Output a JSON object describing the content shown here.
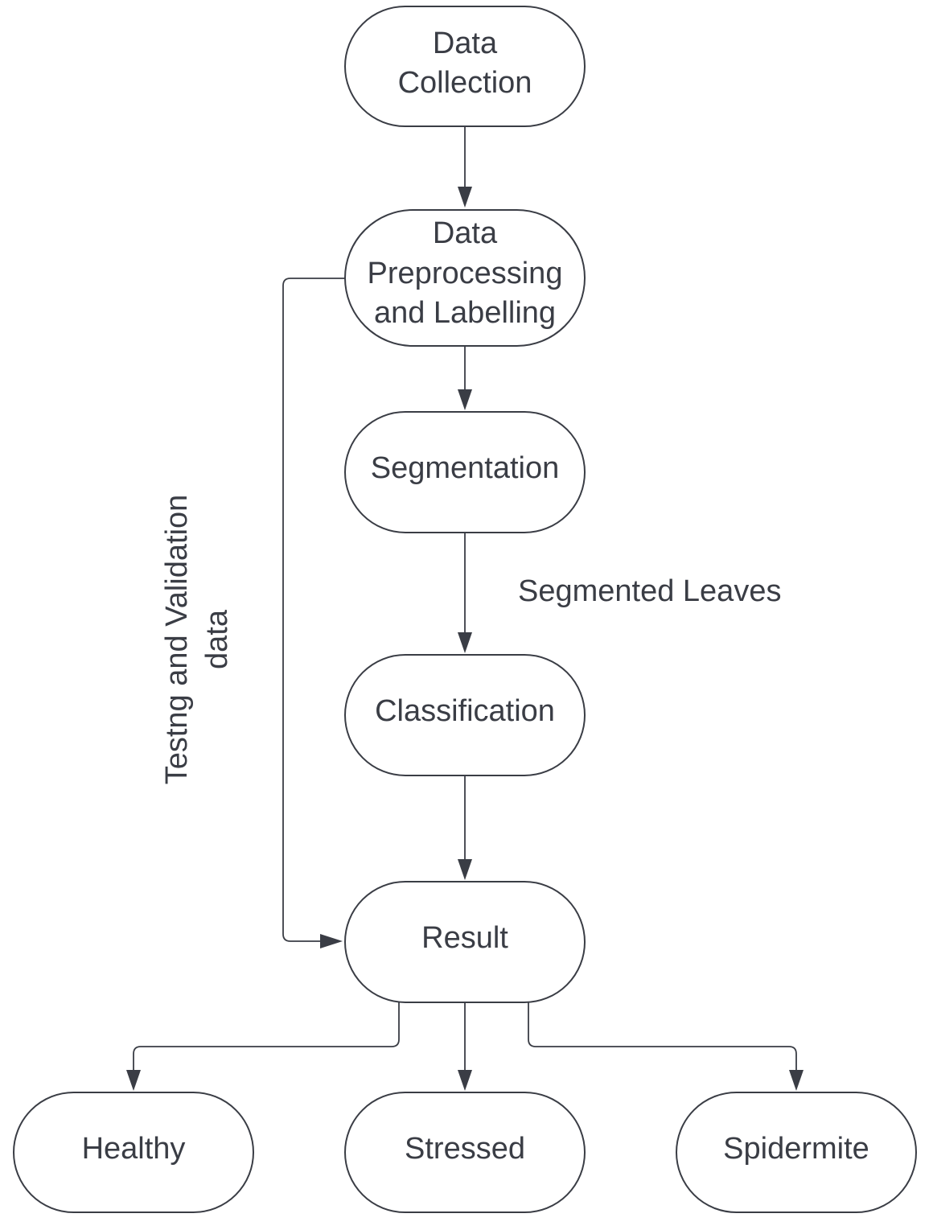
{
  "diagram": {
    "nodes": {
      "data_collection": {
        "lines": [
          "Data",
          "Collection"
        ]
      },
      "preprocessing": {
        "lines": [
          "Data",
          "Preprocessing",
          "and Labelling"
        ]
      },
      "segmentation": {
        "lines": [
          "Segmentation"
        ]
      },
      "classification": {
        "lines": [
          "Classification"
        ]
      },
      "result": {
        "lines": [
          "Result"
        ]
      },
      "healthy": {
        "lines": [
          "Healthy"
        ]
      },
      "stressed": {
        "lines": [
          "Stressed"
        ]
      },
      "spidermite": {
        "lines": [
          "Spidermite"
        ]
      }
    },
    "edge_labels": {
      "segmented_leaves": "Segmented Leaves",
      "testing_validation": [
        "Testng and Validation",
        "data"
      ]
    },
    "colors": {
      "stroke": "#3a3d45",
      "text": "#3a3d45",
      "fill": "#ffffff"
    }
  }
}
